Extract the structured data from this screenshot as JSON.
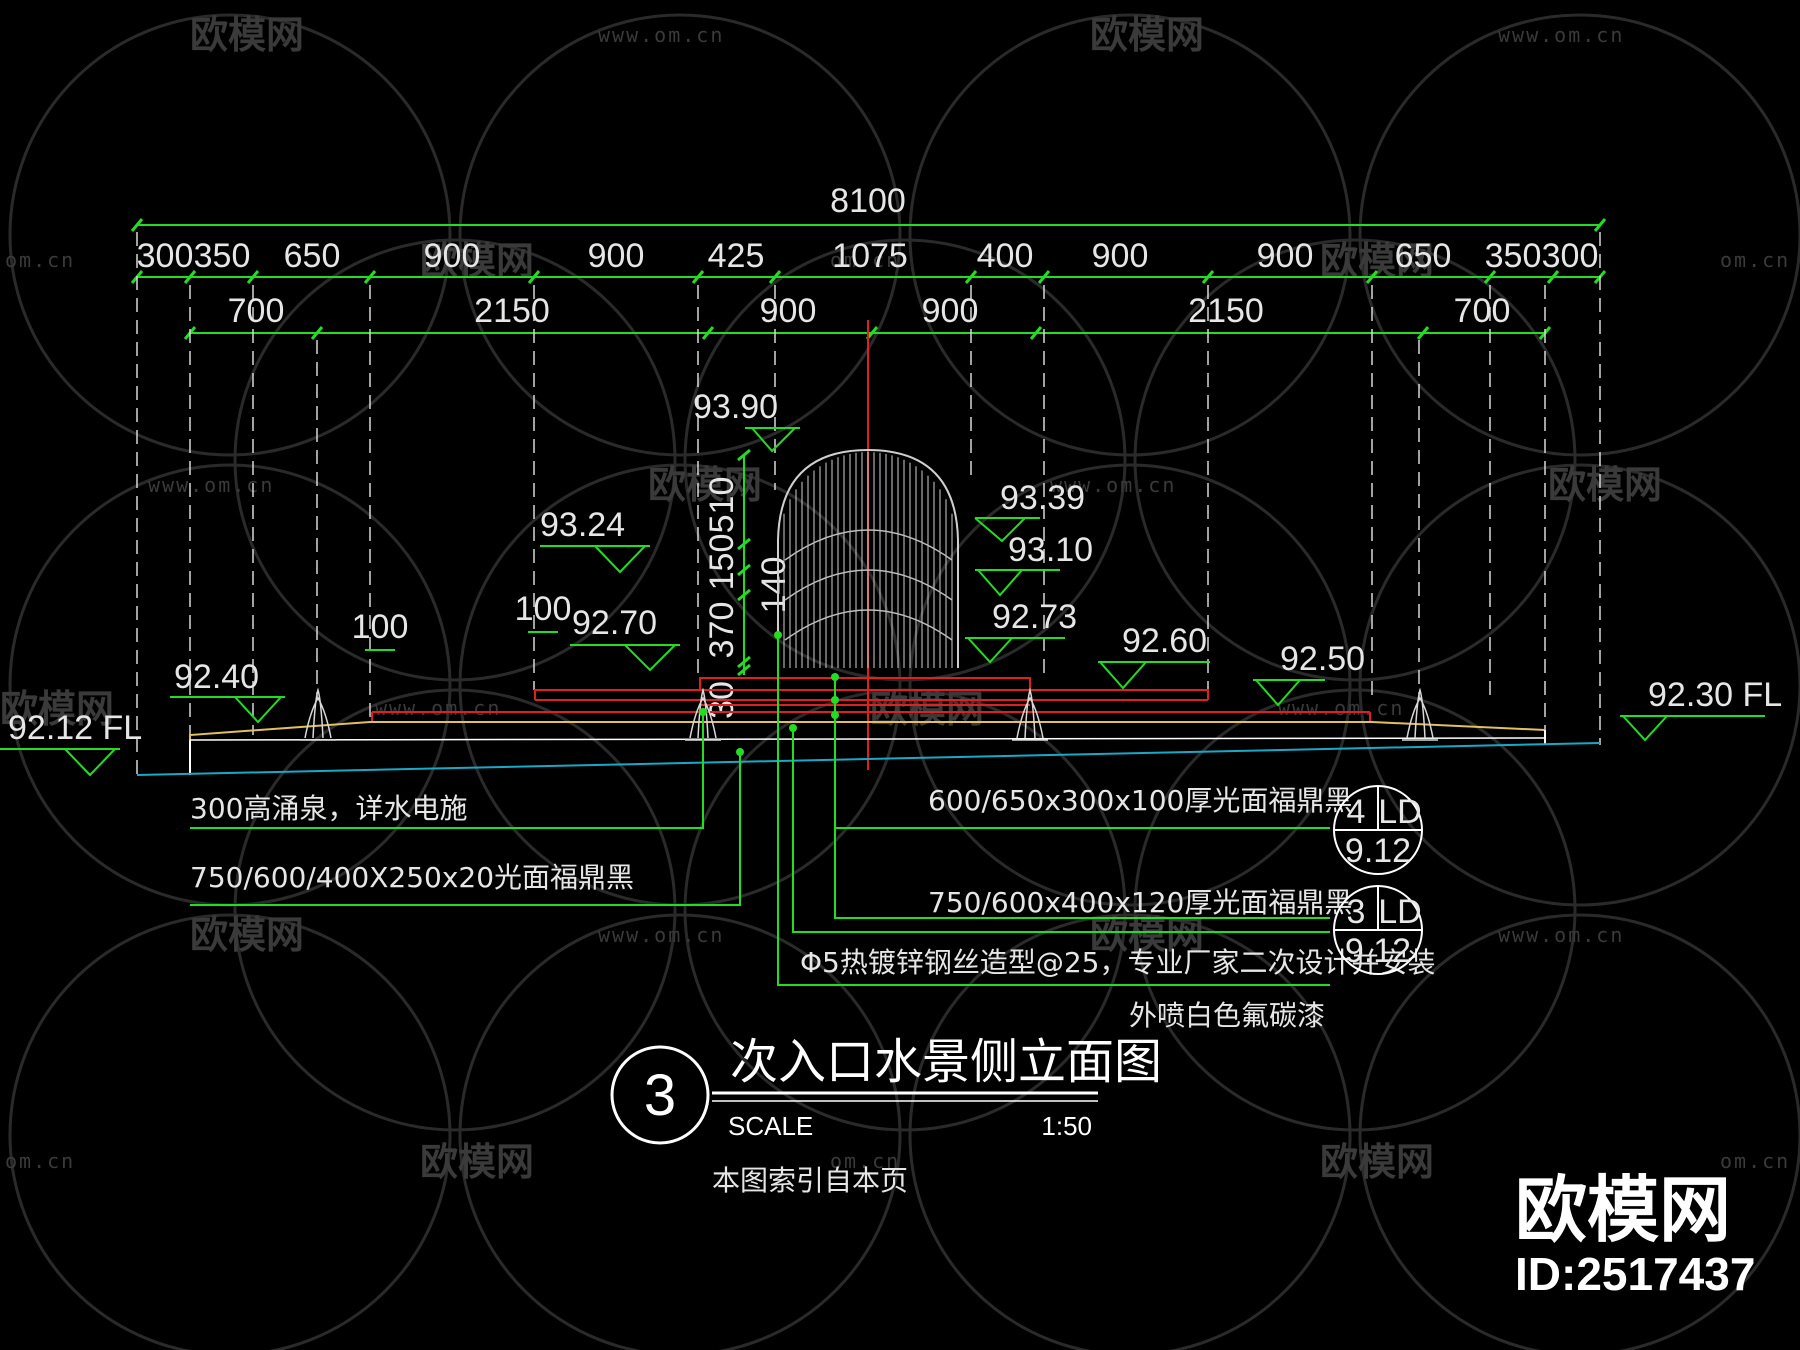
{
  "drawing": {
    "overall_dimension": "8100",
    "top_dimensions": [
      "300",
      "350",
      "650",
      "900",
      "900",
      "425",
      "1075",
      "400",
      "900",
      "900",
      "650",
      "350",
      "300"
    ],
    "second_dimensions": [
      "700",
      "2150",
      "900",
      "900",
      "2150",
      "700"
    ],
    "small_dims": [
      "100",
      "100"
    ],
    "vertical_dims": [
      "510",
      "150",
      "140",
      "370",
      "30"
    ],
    "elevations": {
      "e9390": "93.90",
      "e9339": "93.39",
      "e9324": "93.24",
      "e9310": "93.10",
      "e9273": "92.73",
      "e9270": "92.70",
      "e9260": "92.60",
      "e9250": "92.50",
      "e9240": "92.40",
      "e9230": "92.30 FL",
      "e9212": "92.12 FL"
    },
    "notes": {
      "fountain": "300高涌泉，详水电施",
      "paving": "750/600/400X250x20光面福鼎黑",
      "step_top": "600/650x300x100厚光面福鼎黑",
      "step_base": "750/600x400x120厚光面福鼎黑",
      "steel": "Φ5热镀锌钢丝造型@25，专业厂家二次设计并安装",
      "paint": "外喷白色氟碳漆"
    },
    "detail_refs": [
      {
        "num": "4",
        "sheet": "LD",
        "page": "9.12"
      },
      {
        "num": "3",
        "sheet": "LD",
        "page": "9.12"
      }
    ],
    "title_block": {
      "number": "3",
      "title": "次入口水景侧立面图",
      "scale_label": "SCALE",
      "scale_value": "1:50",
      "reference": "本图索引自本页"
    }
  },
  "watermark": {
    "logo_text": "欧模网",
    "url_text": "www.om.cn",
    "url_short": "om.cn",
    "brand": "欧模网",
    "id": "ID:2517437"
  },
  "colors": {
    "dimension": "#22dd22",
    "outline": "#ffffff",
    "step_red": "#e02020",
    "leader": "#22dd22",
    "ground": "#1aa8c8"
  }
}
